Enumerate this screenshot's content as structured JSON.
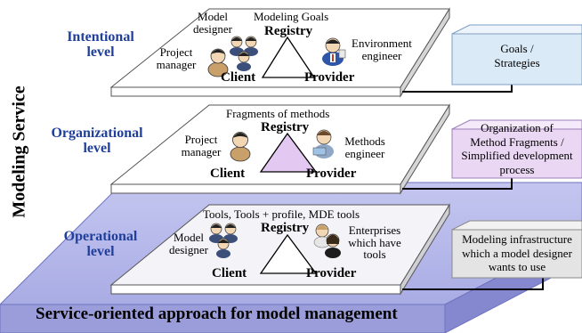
{
  "side_label": "Modeling Service",
  "bottom_title": "Service-oriented approach for model management",
  "levels": {
    "intentional": {
      "label": [
        "Intentional",
        "level"
      ],
      "top_note": "Modeling Goals",
      "registry": "Registry",
      "client": "Client",
      "provider": "Provider",
      "left_actor_top": [
        "Model",
        "designer"
      ],
      "left_actor_side": [
        "Project",
        "manager"
      ],
      "right_actor": [
        "Environment",
        "engineer"
      ],
      "box": [
        "Goals /",
        "Strategies"
      ]
    },
    "organizational": {
      "label": [
        "Organizational",
        "level"
      ],
      "top_note": "Fragments of methods",
      "registry": "Registry",
      "client": "Client",
      "provider": "Provider",
      "left_actor": [
        "Project",
        "manager"
      ],
      "right_actor": [
        "Methods",
        "engineer"
      ],
      "box": [
        "Organization of",
        "Method Fragments /",
        "Simplified development",
        "process"
      ]
    },
    "operational": {
      "label": [
        "Operational",
        "level"
      ],
      "top_note": "Tools, Tools + profile, MDE tools",
      "registry": "Registry",
      "client": "Client",
      "provider": "Provider",
      "left_actor": [
        "Model",
        "designer"
      ],
      "right_actor": [
        "Enterprises",
        "which have",
        "tools"
      ],
      "box": [
        "Modeling infrastructure",
        "which a model designer",
        "wants to use"
      ]
    }
  },
  "colors": {
    "level_label": "#1f3f9a",
    "big_platform_top": "#b7b9ea",
    "big_platform_side": "#8f92d6",
    "white_platform_top": "#ffffff",
    "white_platform_side": "#d9d9d9",
    "triangle_intentional": "#ffffff",
    "triangle_organizational": "#e3c9f2",
    "triangle_operational": "#ffffff",
    "box_intentional": "#dbeaf7",
    "box_organizational": "#ead7f3",
    "box_operational": "#e4e4e4"
  },
  "icons": [
    "person-icon",
    "group-icon",
    "engineer-icon",
    "women-pair-icon"
  ]
}
